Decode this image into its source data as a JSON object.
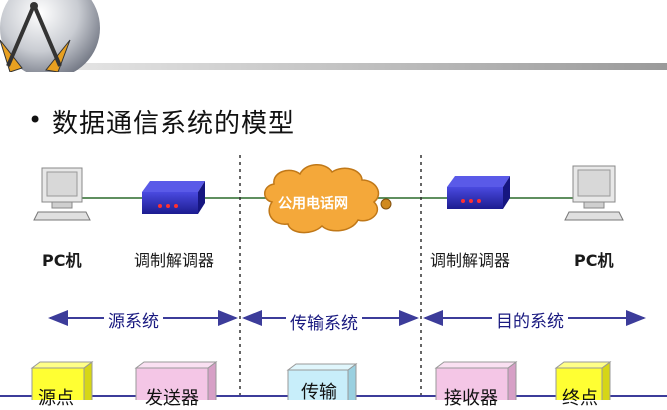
{
  "title": "数据通信系统的模型",
  "bullet": "•",
  "devices": {
    "pc_left": "PC机",
    "modem_left": "调制解调器",
    "network": "公用电话网",
    "modem_right": "调制解调器",
    "pc_right": "PC机"
  },
  "regions": {
    "source_system": "源系统",
    "transmission_system": "传输系统",
    "destination_system": "目的系统"
  },
  "blocks": {
    "source": "源点",
    "transmitter": "发送器",
    "transmission": "传输",
    "receiver": "接收器",
    "destination": "终点"
  },
  "colors": {
    "arrow": "#3c3c9a",
    "cloud": "#f4a83a",
    "modem": "#2b2bb0",
    "block_yellow": "#ffff33",
    "block_pink": "#f4c6e6",
    "block_cyan": "#c8eefa"
  }
}
